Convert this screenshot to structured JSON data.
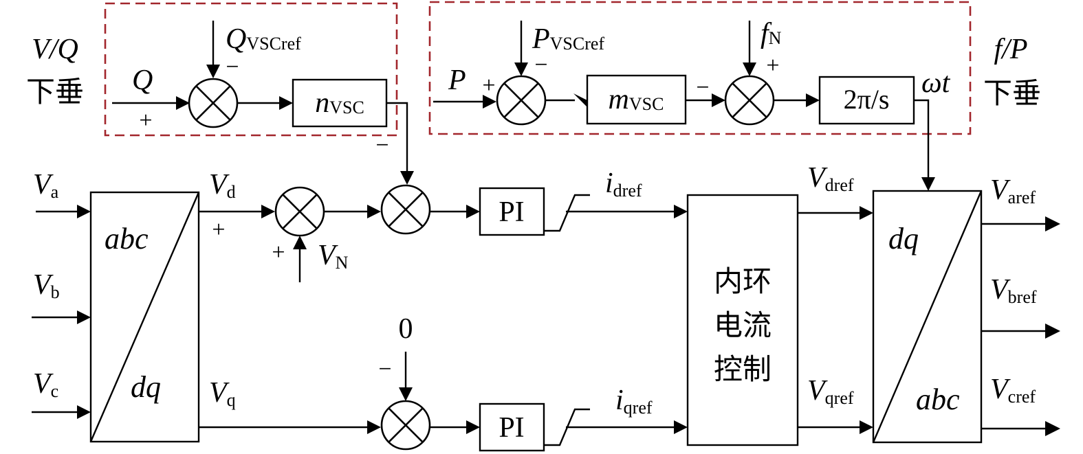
{
  "vq_droop": {
    "title_line1": "V/Q",
    "title_line2": "下垂",
    "input": "Q",
    "ref_main": "Q",
    "ref_sub": "VSCref",
    "gain_main": "n",
    "gain_sub": "VSC"
  },
  "fp_droop": {
    "title_line1": "f/P",
    "title_line2": "下垂",
    "input": "P",
    "ref_main": "P",
    "ref_sub": "VSCref",
    "gain_main": "m",
    "gain_sub": "VSC",
    "fn_main": "f",
    "fn_sub": "N",
    "integrator": "2π/s",
    "output": "ωt"
  },
  "signs": {
    "plus": "+",
    "minus": "−"
  },
  "inputs": [
    {
      "main": "V",
      "sub": "a"
    },
    {
      "main": "V",
      "sub": "b"
    },
    {
      "main": "V",
      "sub": "c"
    }
  ],
  "abc_dq": {
    "top": "abc",
    "bottom": "dq"
  },
  "dq_abc": {
    "top": "dq",
    "bottom": "abc"
  },
  "vd": {
    "main": "V",
    "sub": "d"
  },
  "vq": {
    "main": "V",
    "sub": "q"
  },
  "vn": {
    "main": "V",
    "sub": "N"
  },
  "zero": "0",
  "pi_label": "PI",
  "idref": {
    "main": "i",
    "sub": "dref"
  },
  "iqref": {
    "main": "i",
    "sub": "qref"
  },
  "inner_loop": [
    "内环",
    "电流",
    "控制"
  ],
  "vdref": {
    "main": "V",
    "sub": "dref"
  },
  "vqref": {
    "main": "V",
    "sub": "qref"
  },
  "outputs": [
    {
      "main": "V",
      "sub": "aref"
    },
    {
      "main": "V",
      "sub": "bref"
    },
    {
      "main": "V",
      "sub": "cref"
    }
  ]
}
